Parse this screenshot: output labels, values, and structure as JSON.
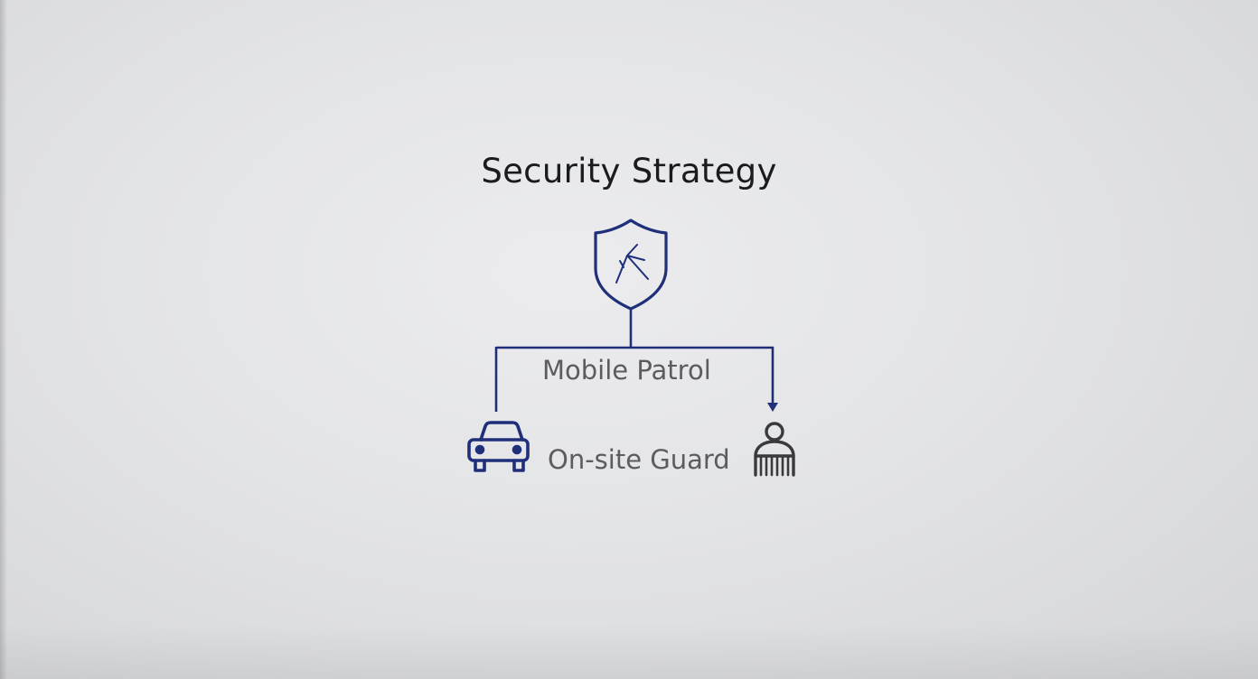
{
  "diagram": {
    "title": "Security Strategy",
    "nodes": {
      "mobile_patrol": "Mobile Patrol",
      "onsite_guard": "On-site Guard"
    },
    "icons": {
      "root": "shield-icon",
      "left": "car-icon",
      "right": "guard-icon"
    },
    "colors": {
      "accent": "#1f2f7a",
      "label": "#5c5c60",
      "title": "#1b1b1f",
      "guard_icon": "#3a3a3e"
    }
  }
}
